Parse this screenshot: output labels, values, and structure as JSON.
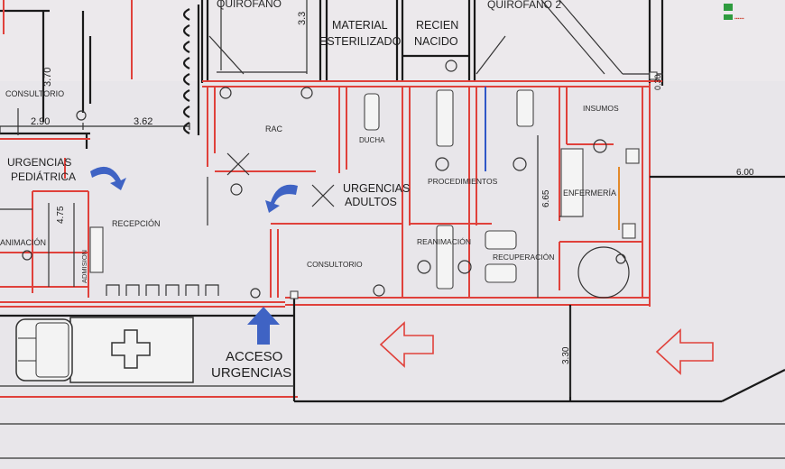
{
  "rooms": {
    "quirofano": "QUIROFANO",
    "quirofano2": "QUIROFANO 2",
    "material_esterilizado": [
      "MATERIAL",
      "ESTERILIZADO"
    ],
    "recien_nacido": [
      "RECIEN",
      "NACIDO"
    ],
    "consultorio_top": "CONSULTORIO",
    "rac": "RAC",
    "ducha": "DUCHA",
    "procedimientos": "PROCEDIMIENTOS",
    "insumos": "INSUMOS",
    "enfermeria": "ENFERMERÍA",
    "urgencias_pediatrica": [
      "URGENCIAS",
      "PEDIÁTRICA"
    ],
    "urgencias_adultos": [
      "URGENCIAS",
      "ADULTOS"
    ],
    "recepcion": "RECEPCIÓN",
    "reanimacion_left": "ANIMACIÓN",
    "admision": "ADMISION",
    "reanimacion": "REANIMACIÓN",
    "recuperacion": "RECUPERACIÓN",
    "consultorio_bottom": "CONSULTORIO",
    "acceso_urgencias": [
      "ACCESO",
      "URGENCIAS"
    ]
  },
  "dimensions": {
    "d_3_70": "3.70",
    "d_3_3": "3.3",
    "d_2_90": "2.90",
    "d_3_62": "3.62",
    "d_4_75": "4.75",
    "d_6_65": "6.65",
    "d_6_00": "6.00",
    "d_0_30": "0.30",
    "d_3_30": "3.30"
  },
  "colors": {
    "walls": "#1a1a1a",
    "red_lines": "#e0413b",
    "arrows_blue": "#3f63c4",
    "legend_green": "#2e9b3e"
  },
  "icons": [
    "ambulance-icon",
    "cross-icon",
    "blue-arrow-icon",
    "outline-arrow-icon",
    "hospital-bed-icon",
    "chair-icon",
    "toilet-icon",
    "sink-icon"
  ]
}
